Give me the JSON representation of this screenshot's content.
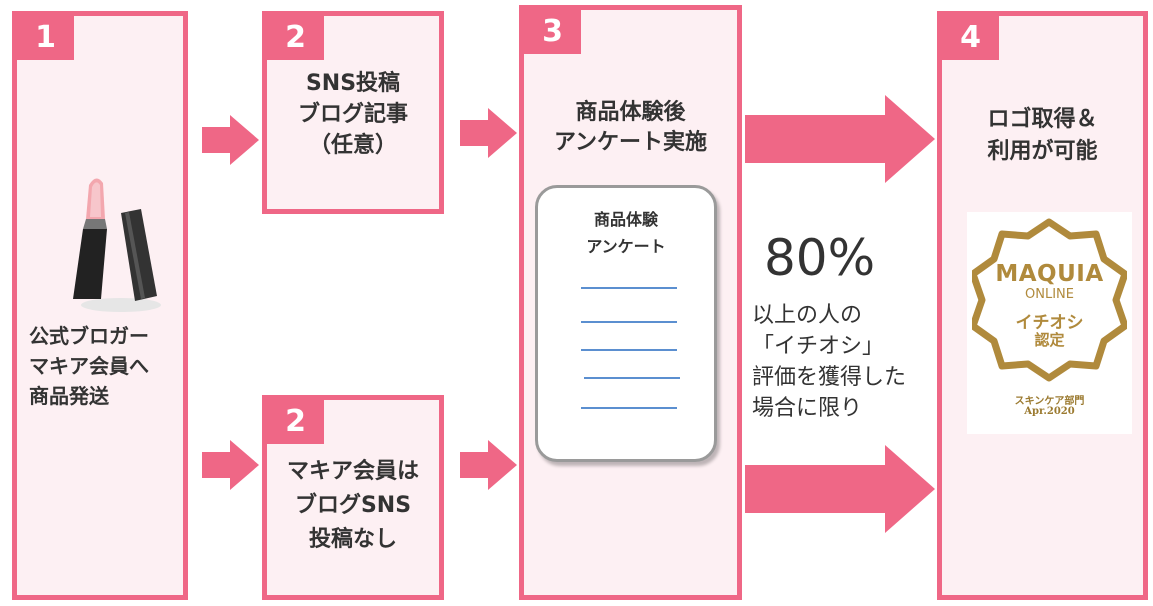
{
  "steps": [
    {
      "number": "1",
      "title": "公式ブロガー\nマキア会員へ\n商品発送"
    },
    {
      "number": "2",
      "title": "SNS投稿\nブログ記事\n（任意）"
    },
    {
      "number": "2",
      "title": "マキア会員は\nブログSNS\n投稿なし"
    },
    {
      "number": "3",
      "title": "商品体験後\nアンケート実施"
    },
    {
      "number": "4",
      "title": "ロゴ取得＆\n利用が可能"
    }
  ],
  "survey": {
    "title": "商品体験\nアンケート"
  },
  "condition": {
    "percent": "80%",
    "text": "以上の人の\n「イチオシ」\n評価を獲得した\n場合に限り"
  },
  "logo": {
    "brand": "MAQUIA",
    "sub": "ONLINE",
    "award_line1": "イチオシ",
    "award_line2": "認定",
    "category": "スキンケア部門",
    "date": "Apr.2020"
  },
  "colors": {
    "accent": "#ef6786",
    "box_bg": "#fdf0f3",
    "gold": "#b08a3c",
    "survey_line": "#5b8fd0"
  },
  "icons": {
    "product": "lipstick-icon"
  }
}
